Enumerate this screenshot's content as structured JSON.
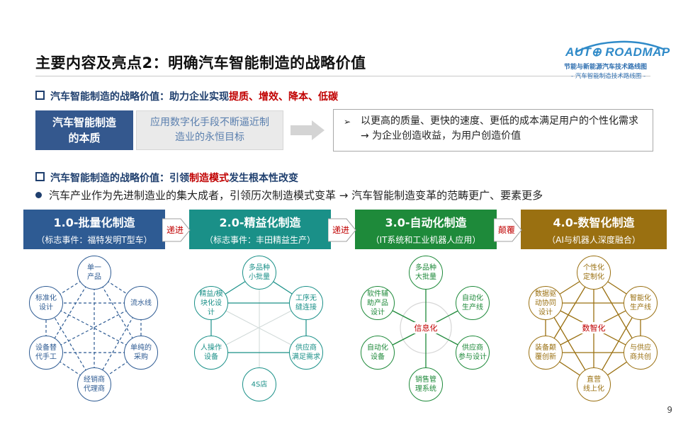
{
  "header": {
    "title": "主要内容及亮点2：明确汽车智能制造的战略价值",
    "logo_text": "AUT⊕ ROADMAP",
    "logo_sub1": "节能与新能源汽车技术路线图",
    "logo_sub2": "- 汽车智能制造技术路线图 -"
  },
  "section1": {
    "heading": "汽车智能制造的战略价值：助力企业实现",
    "heading_red": "提质、增效、降本、低碳",
    "essence_label": "汽车智能制造的本质",
    "essence_desc": "应用数字化手段不断逼近制造业的永恒目标",
    "outcome": "以更高的质量、更快的速度、更低的成本满足用户的个性化需求 → 为企业创造收益，为用户创造价值",
    "outcome_marker": "➢"
  },
  "section2": {
    "heading_pre": "汽车智能制造的战略价值：引领",
    "heading_red": "制造模式",
    "heading_post": "发生根本性改变",
    "bullet": "汽车产业作为先进制造业的集大成者，引领历次制造模式变革 → 汽车智能制造变革的范畴更广、要素更多"
  },
  "stages": [
    {
      "title": "1.0-批量化制造",
      "sub": "（标志事件：福特发明T型车）",
      "color": "#2e5b93"
    },
    {
      "title": "2.0-精益化制造",
      "sub": "（标志事件：丰田精益生产）",
      "color": "#1a9088"
    },
    {
      "title": "3.0-自动化制造",
      "sub": "（IT系统和工业机器人应用）",
      "color": "#1e8a3a"
    },
    {
      "title": "4.0-数智化制造",
      "sub": "（AI与机器人深度融合）",
      "color": "#9a7011"
    }
  ],
  "connectors": [
    "递进",
    "递进",
    "颠覆"
  ],
  "diagrams": [
    {
      "color": "#2e5b93",
      "center": "",
      "nodes": [
        "单一\n产品",
        "流水线",
        "单纯的\n采购",
        "经销商\n代理商",
        "设备替\n代手工",
        "标准化\n设计"
      ]
    },
    {
      "color": "#1a9088",
      "center": "",
      "nodes": [
        "多品种\n小批量",
        "工序无\n缝连接",
        "供应商\n满足需求",
        "4S店",
        "人操作\n设备",
        "精益/模\n块化设\n计"
      ]
    },
    {
      "color": "#1e8a3a",
      "center": "信息化",
      "nodes": [
        "多品种\n大批量",
        "自动化\n生产线",
        "供应商\n参与设计",
        "销售管\n理系统",
        "自动化\n设备",
        "软件辅\n助产品\n设计"
      ]
    },
    {
      "color": "#9a7011",
      "center": "数智化",
      "nodes": [
        "个性化\n定制化",
        "智能化\n生产线",
        "与供应\n商共创",
        "直营\n线上化",
        "装备颠\n覆创新",
        "数据驱\n动协同\n设计"
      ]
    }
  ],
  "page_number": "9"
}
